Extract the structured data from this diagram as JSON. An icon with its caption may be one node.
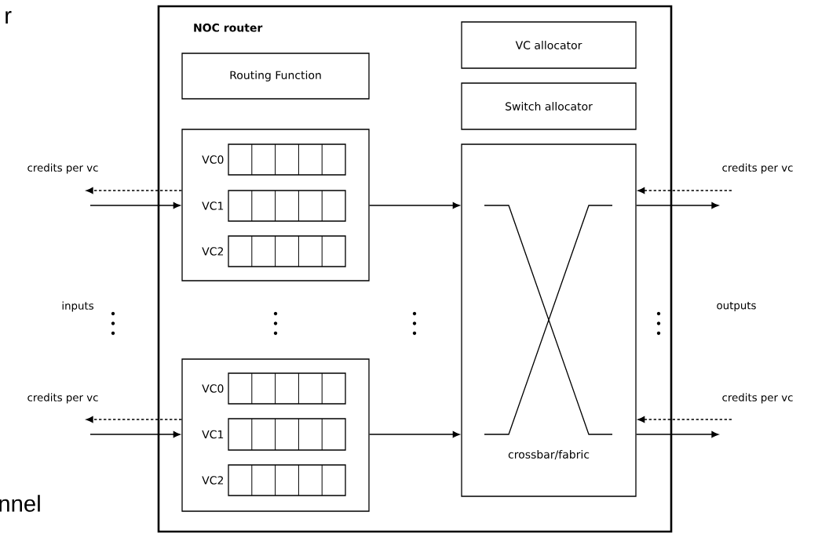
{
  "diagram": {
    "nodes": [
      {
        "text": [
          "NOC router"
        ]
      },
      {
        "text": [
          "Routing Function"
        ],
        "in": 0
      },
      {
        "text": [
          "VC allocator"
        ],
        "in": 0
      },
      {
        "text": [
          "Switch allocator"
        ],
        "in": 0
      },
      {
        "text": [],
        "shape": "box",
        "in": 0
      },
      {
        "text": [],
        "shape": "bar",
        "beside": [
          "VC0"
        ],
        "in": 4
      },
      {
        "text": [],
        "shape": "bar",
        "beside": [
          "VC1"
        ],
        "in": 4
      },
      {
        "text": [],
        "shape": "bar",
        "beside": [
          "VC2"
        ],
        "in": 4
      },
      {
        "text": [],
        "shape": "box",
        "in": 0
      },
      {
        "text": [],
        "shape": "bar",
        "beside": [
          "VC0"
        ],
        "in": 8
      },
      {
        "text": [],
        "shape": "bar",
        "beside": [
          "VC1"
        ],
        "in": 8
      },
      {
        "text": [],
        "shape": "bar",
        "beside": [
          "VC2"
        ],
        "in": 8
      },
      {
        "text": [
          "crossbar/fabric"
        ],
        "in": 0
      }
    ],
    "edges": [
      {
        "from": null,
        "to": 4,
        "arrow": "to"
      },
      {
        "from": 4,
        "to": null,
        "arrow": "to",
        "style": "dashed"
      },
      {
        "from": 4,
        "to": 12,
        "arrow": "to"
      },
      {
        "from": 12,
        "to": null,
        "arrow": "to"
      },
      {
        "from": null,
        "to": 12,
        "arrow": "to",
        "style": "dashed"
      },
      {
        "from": null,
        "to": 8,
        "arrow": "to"
      },
      {
        "from": 8,
        "to": null,
        "arrow": "to",
        "style": "dashed"
      },
      {
        "from": 8,
        "to": 12,
        "arrow": "to"
      },
      {
        "from": 12,
        "to": null,
        "arrow": "to"
      },
      {
        "from": null,
        "to": 12,
        "arrow": "to",
        "style": "dashed"
      }
    ],
    "labels": [
      "r",
      "credits per vc",
      "credits per vc",
      "inputs",
      "outputs",
      "credits per vc",
      "credits per vc",
      "nnel"
    ]
  }
}
